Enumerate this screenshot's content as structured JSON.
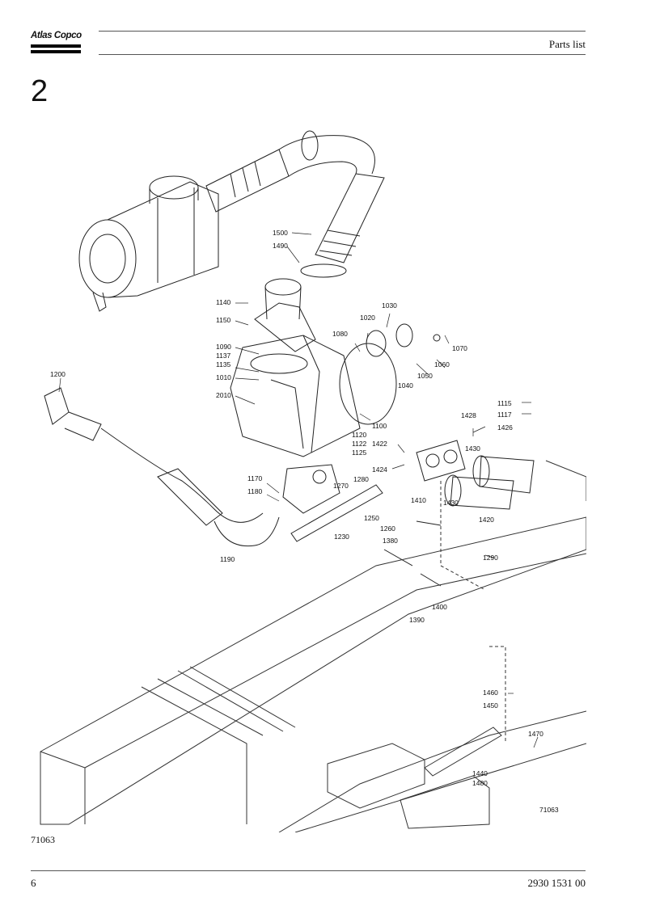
{
  "header": {
    "brand": "Atlas Copco",
    "title": "Parts list"
  },
  "section_number": "2",
  "drawing": {
    "code": "71063",
    "inner_code": "71063",
    "part_labels": [
      "1500",
      "1490",
      "1140",
      "1150",
      "1020",
      "1030",
      "1080",
      "1090",
      "1137",
      "1135",
      "1010",
      "2010",
      "1070",
      "1060",
      "1050",
      "1040",
      "1100",
      "1200",
      "1120",
      "1122",
      "1125",
      "1115",
      "1117",
      "1428",
      "1426",
      "1422",
      "1430",
      "1424",
      "1170",
      "1270",
      "1280",
      "1180",
      "1410",
      "1430",
      "1420",
      "1250",
      "1260",
      "1380",
      "1290",
      "1230",
      "1190",
      "1400",
      "1390",
      "1460",
      "1450",
      "1470",
      "1440",
      "1480"
    ]
  },
  "footer": {
    "page_number": "6",
    "document_number": "2930 1531 00"
  }
}
